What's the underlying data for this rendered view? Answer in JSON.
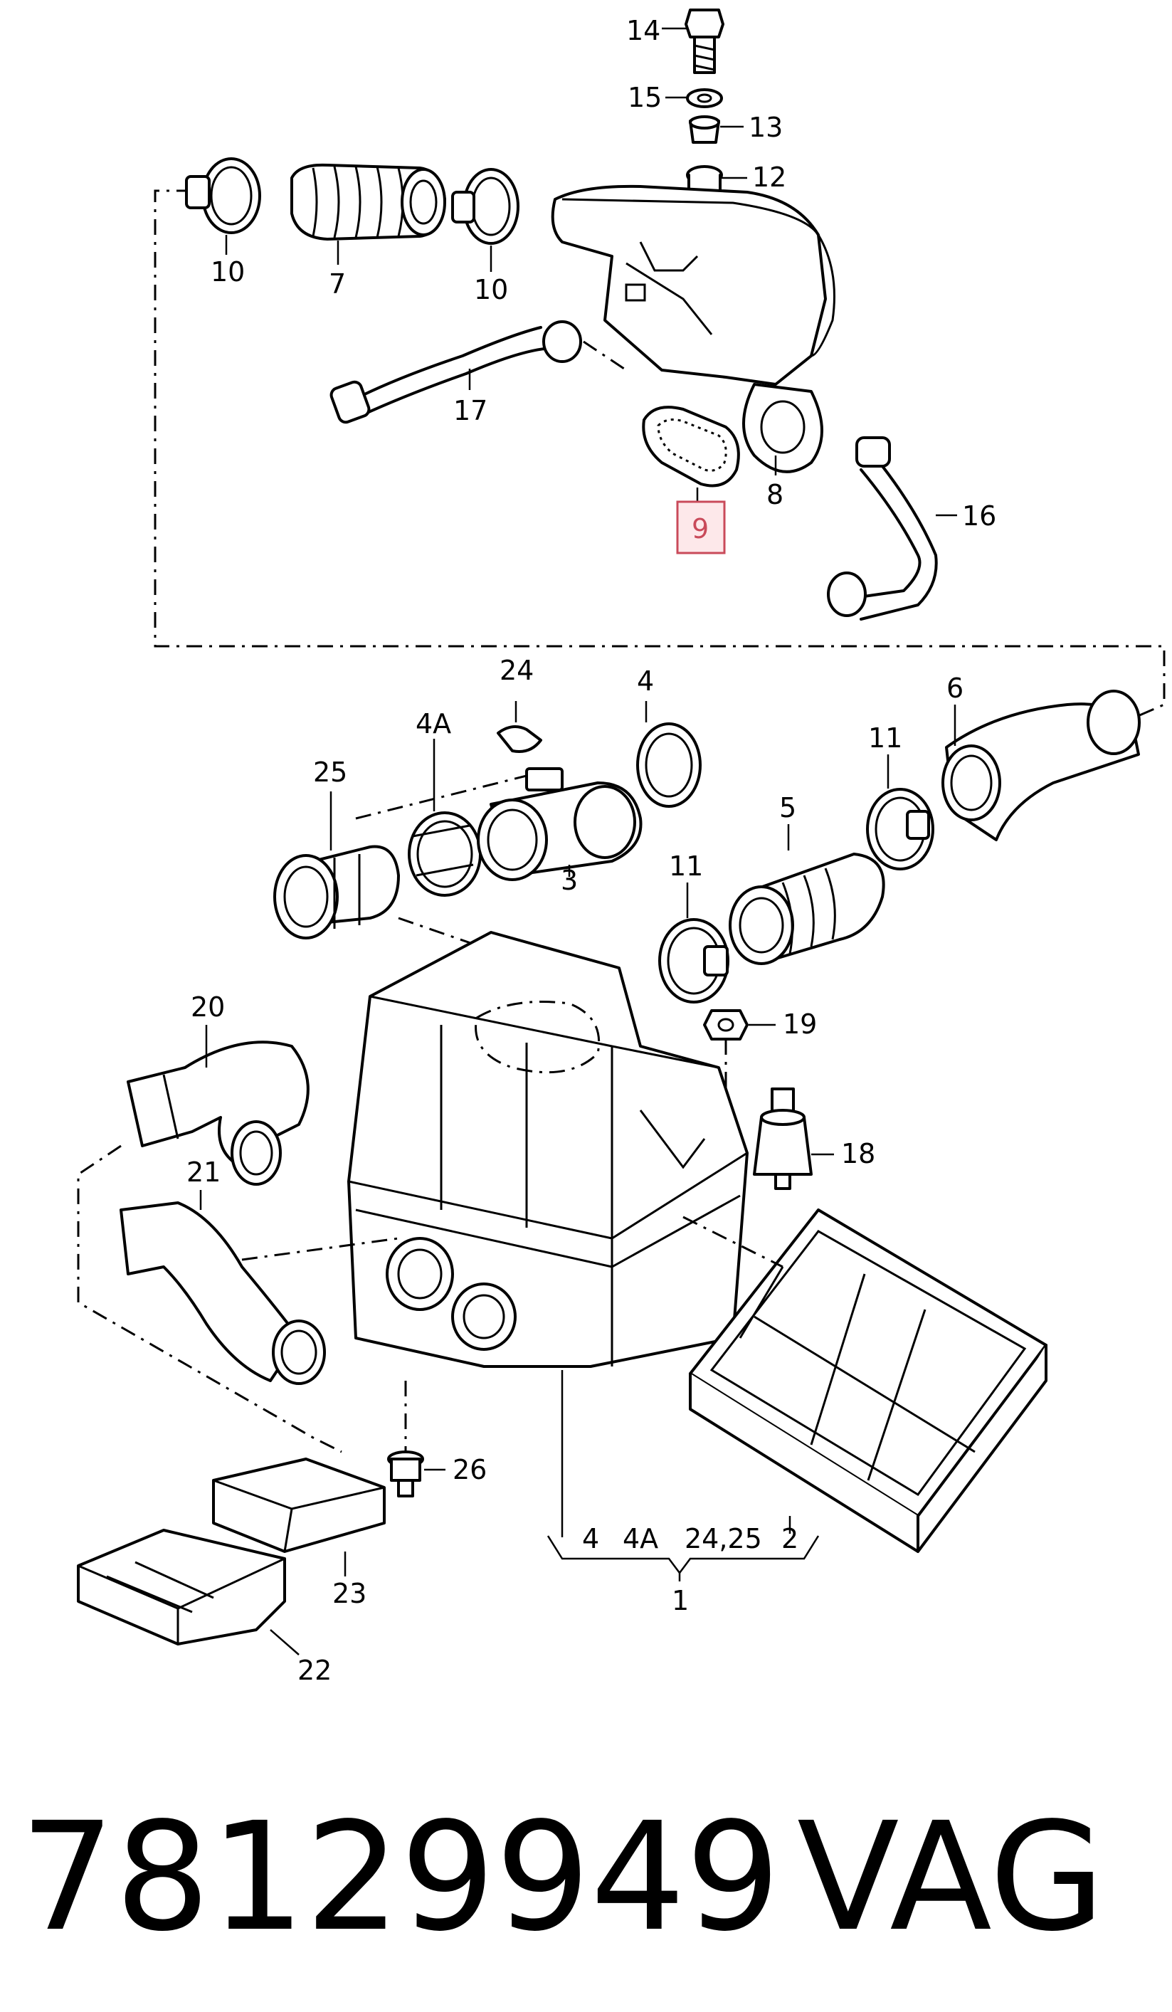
{
  "callouts": {
    "c1": "1",
    "c2": "2",
    "c3": "3",
    "c4a": "4",
    "c4b": "4",
    "c4A_a": "4A",
    "c4A_b": "4A",
    "c5": "5",
    "c6": "6",
    "c7": "7",
    "c8": "8",
    "c9": "9",
    "c10a": "10",
    "c10b": "10",
    "c11a": "11",
    "c11b": "11",
    "c12": "12",
    "c13": "13",
    "c14": "14",
    "c15": "15",
    "c16": "16",
    "c17": "17",
    "c18": "18",
    "c19": "19",
    "c20": "20",
    "c21": "21",
    "c22": "22",
    "c23": "23",
    "c24": "24",
    "c2425": "24,25",
    "c25": "25",
    "c26": "26"
  },
  "highlighted_part": "9",
  "part_number": "78129949",
  "brand": "VAG",
  "colors": {
    "highlight_fill": "#fde8ea",
    "highlight_stroke": "#c94a5a",
    "ink": "#000000"
  }
}
